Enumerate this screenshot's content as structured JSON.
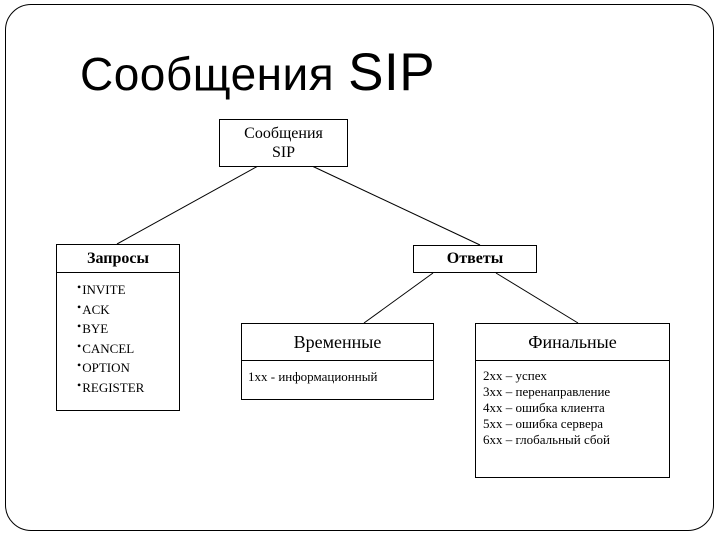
{
  "colors": {
    "ink": "#000000",
    "paper": "#ffffff"
  },
  "slide": {
    "title": {
      "main": "Сообщения",
      "accent": "SIP"
    }
  },
  "diagram": {
    "root": {
      "line1": "Сообщения",
      "line2": "SIP"
    },
    "requests": {
      "header": "Запросы",
      "bullet": "•",
      "items": [
        "INVITE",
        "ACK",
        "BYE",
        "CANCEL",
        "OPTION",
        "REGISTER"
      ]
    },
    "responses": {
      "header": "Ответы"
    },
    "provisional": {
      "header": "Временные",
      "items": [
        "1xx - информационный"
      ]
    },
    "final": {
      "header": "Финальные",
      "items": [
        "2xx – успех",
        "3xx – перенаправление",
        "4xx – ошибка клиента",
        "5xx – ошибка сервера",
        "6xx – глобальный сбой"
      ]
    }
  }
}
